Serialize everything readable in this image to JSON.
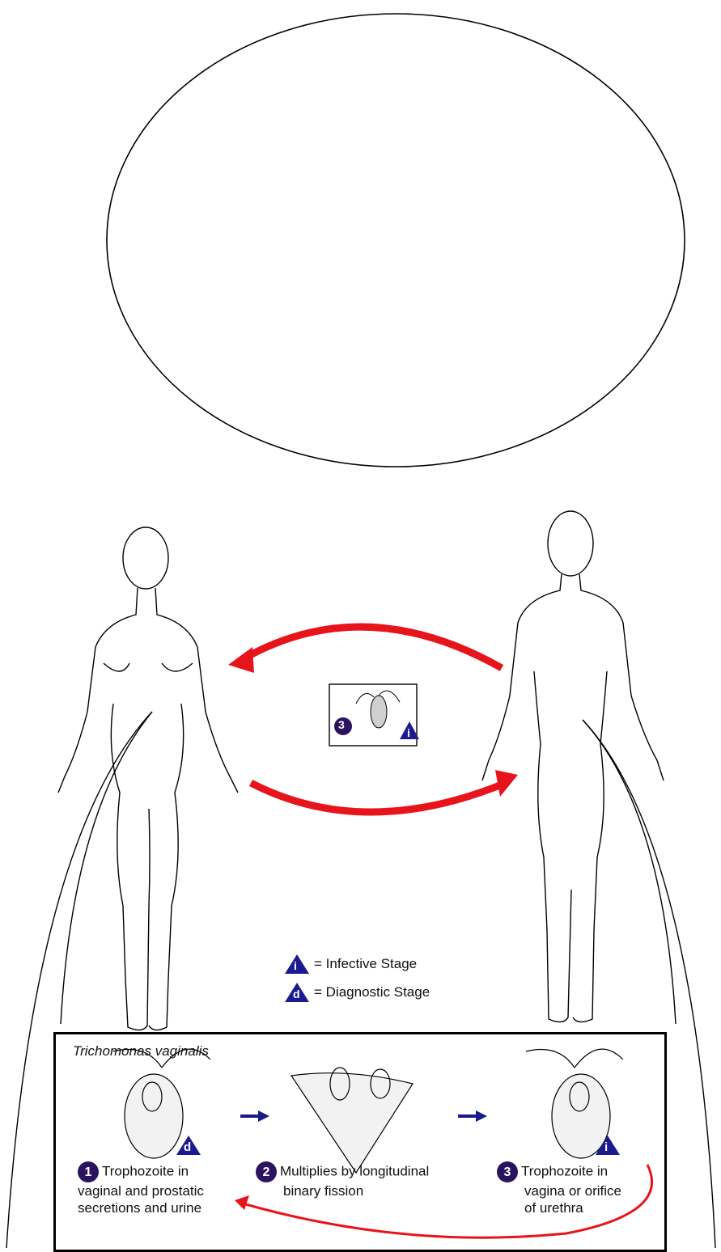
{
  "legend": {
    "infective_symbol": "i",
    "infective_label": "= Infective Stage",
    "diagnostic_symbol": "d",
    "diagnostic_label": "= Diagnostic Stage"
  },
  "transmission_inset": {
    "step_number": "3",
    "stage_symbol": "i"
  },
  "life_cycle": {
    "organism": "Trichomonas vaginalis",
    "steps": [
      {
        "number": "1",
        "caption_line1": "Trophozoite in",
        "caption_line2": "vaginal and prostatic",
        "caption_line3": "secretions and urine",
        "stage_symbol": "d"
      },
      {
        "number": "2",
        "caption_line1": "Multiplies by longitudinal",
        "caption_line2": "binary fission"
      },
      {
        "number": "3",
        "caption_line1": "Trophozoite in",
        "caption_line2": "vagina or orifice",
        "caption_line3": "of urethra",
        "stage_symbol": "i"
      }
    ]
  },
  "colors": {
    "arrow_red": "#e8141b",
    "arrow_blue": "#1a1a8c",
    "stage_triangle": "#1b1b8f",
    "step_circle": "#2b1360"
  }
}
